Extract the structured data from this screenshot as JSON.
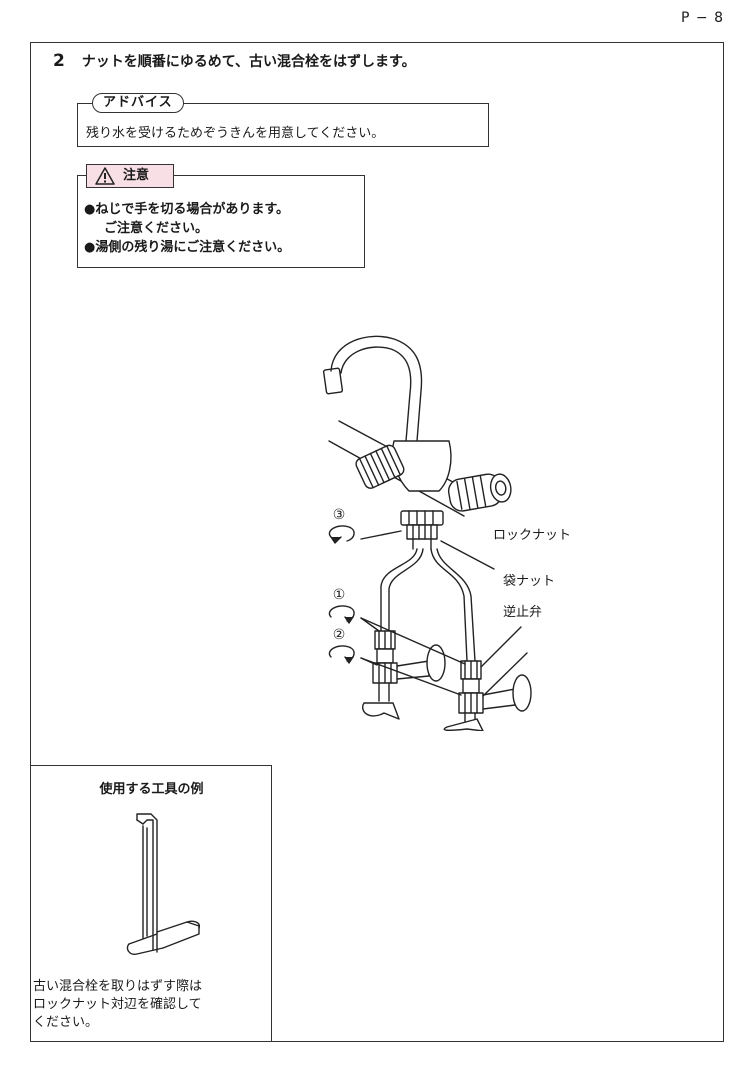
{
  "page_number": "P − 8",
  "step": {
    "number": "2",
    "title": "ナットを順番にゆるめて、古い混合栓をはずします。"
  },
  "advice": {
    "label": "アドバイス",
    "text": "残り水を受けるためぞうきんを用意してください。"
  },
  "caution": {
    "label": "注意",
    "lines": [
      "●ねじで手を切る場合があります。",
      "ご注意ください。",
      "●湯側の残り湯にご注意ください。"
    ]
  },
  "illustration": {
    "step_markers": [
      "③",
      "①",
      "②"
    ],
    "labels": {
      "lock_nut": "ロックナット",
      "bag_nut": "袋ナット",
      "check_valve": "逆止弁"
    }
  },
  "tool_example": {
    "title": "使用する工具の例",
    "description": [
      "古い混合栓を取りはずす際は",
      "ロックナット対辺を確認して",
      "ください。"
    ]
  }
}
